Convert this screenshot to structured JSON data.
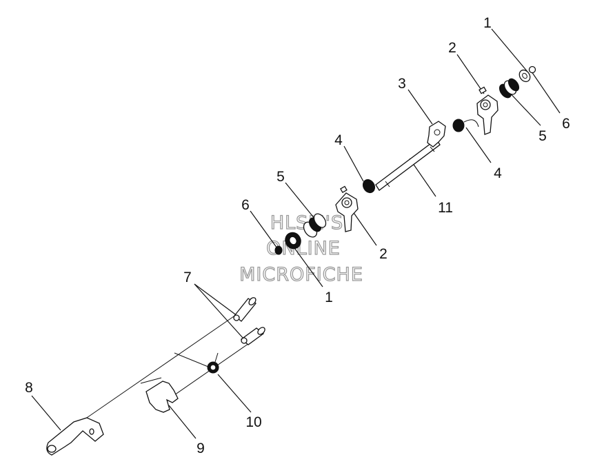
{
  "watermark": {
    "line1": "HLSM'S",
    "line2": "ONLINE",
    "line3": "MICROFICHE"
  },
  "callouts": {
    "c1_top": "1",
    "c2_top": "2",
    "c3": "3",
    "c4_left": "4",
    "c4_right": "4",
    "c5_right": "5",
    "c6_right": "6",
    "c5_left": "5",
    "c6_left": "6",
    "c2_mid": "2",
    "c11": "11",
    "c1_bottom": "1",
    "c7": "7",
    "c8": "8",
    "c9": "9",
    "c10": "10"
  }
}
